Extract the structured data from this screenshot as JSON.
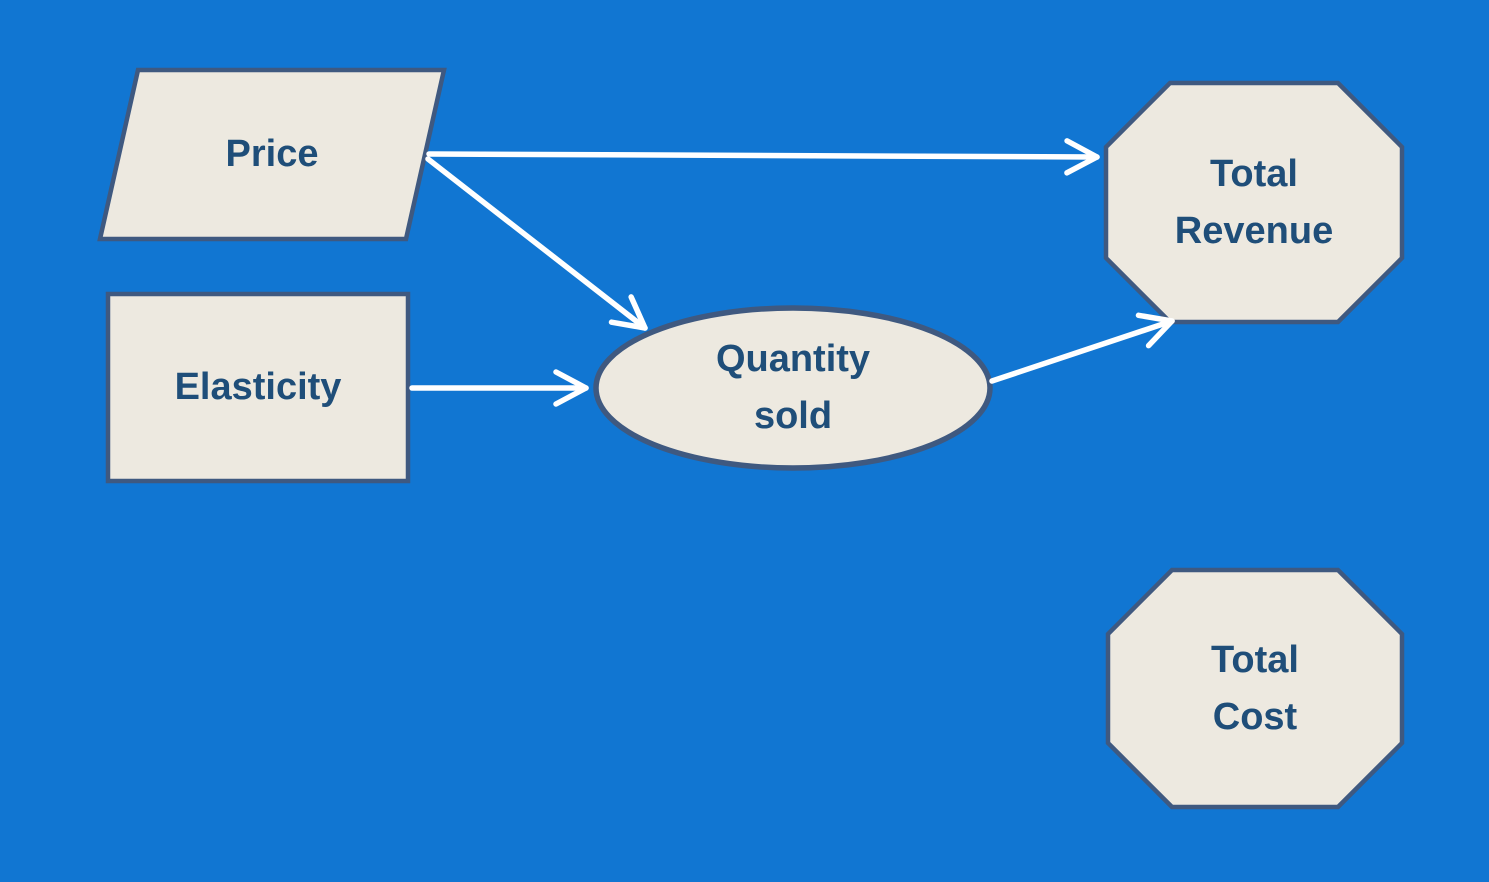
{
  "canvas": {
    "background_color": "#1176d2"
  },
  "palette": {
    "shape_fill": "#ede9e0",
    "shape_border": "#3f5980",
    "label_color": "#1f4e79",
    "arrow_color": "#ffffff"
  },
  "diagram": {
    "nodes": [
      {
        "id": "price",
        "shape": "parallelogram",
        "label": "Price",
        "lines": [
          "Price"
        ]
      },
      {
        "id": "elasticity",
        "shape": "rectangle",
        "label": "Elasticity",
        "lines": [
          "Elasticity"
        ]
      },
      {
        "id": "quantity-sold",
        "shape": "ellipse",
        "label": "Quantity sold",
        "lines": [
          "Quantity",
          "sold"
        ]
      },
      {
        "id": "total-revenue",
        "shape": "octagon",
        "label": "Total Revenue",
        "lines": [
          "Total",
          "Revenue"
        ]
      },
      {
        "id": "total-cost",
        "shape": "octagon",
        "label": "Total Cost",
        "lines": [
          "Total",
          "Cost"
        ]
      }
    ],
    "edges": [
      {
        "from": "price",
        "to": "total-revenue"
      },
      {
        "from": "price",
        "to": "quantity-sold"
      },
      {
        "from": "elasticity",
        "to": "quantity-sold"
      },
      {
        "from": "quantity-sold",
        "to": "total-revenue"
      }
    ]
  }
}
